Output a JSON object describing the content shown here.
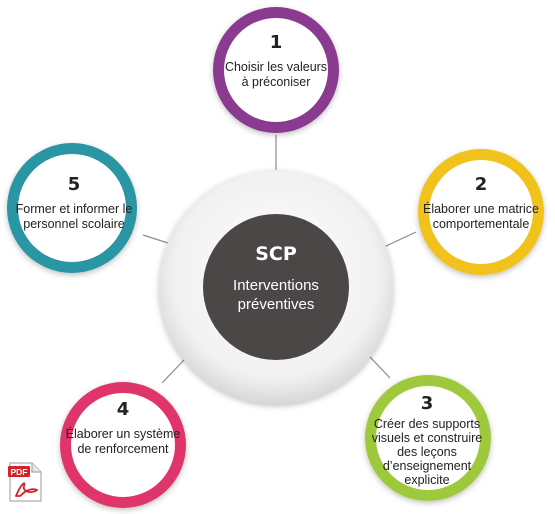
{
  "center": {
    "title": "SCP",
    "subtitle_line1": "Interventions",
    "subtitle_line2": "préventives",
    "fill": "#4a4746"
  },
  "nodes": [
    {
      "number": "1",
      "lines": [
        "Choisir les valeurs",
        "à préconiser"
      ],
      "ring": "#8b3a8f"
    },
    {
      "number": "2",
      "lines": [
        "Élaborer une matrice",
        "comportementale"
      ],
      "ring": "#f2c21a"
    },
    {
      "number": "3",
      "lines": [
        "Créer des supports",
        "visuels et construire",
        "des leçons",
        "d’enseignement",
        "explicite"
      ],
      "ring": "#9ec93c"
    },
    {
      "number": "4",
      "lines": [
        "Élaborer un système",
        "de renforcement"
      ],
      "ring": "#e0356b"
    },
    {
      "number": "5",
      "lines": [
        "Former et informer le",
        "personnel scolaire"
      ],
      "ring": "#2a96a3"
    }
  ],
  "pdf_icon": {
    "label": "PDF",
    "color": "#d2232a"
  }
}
